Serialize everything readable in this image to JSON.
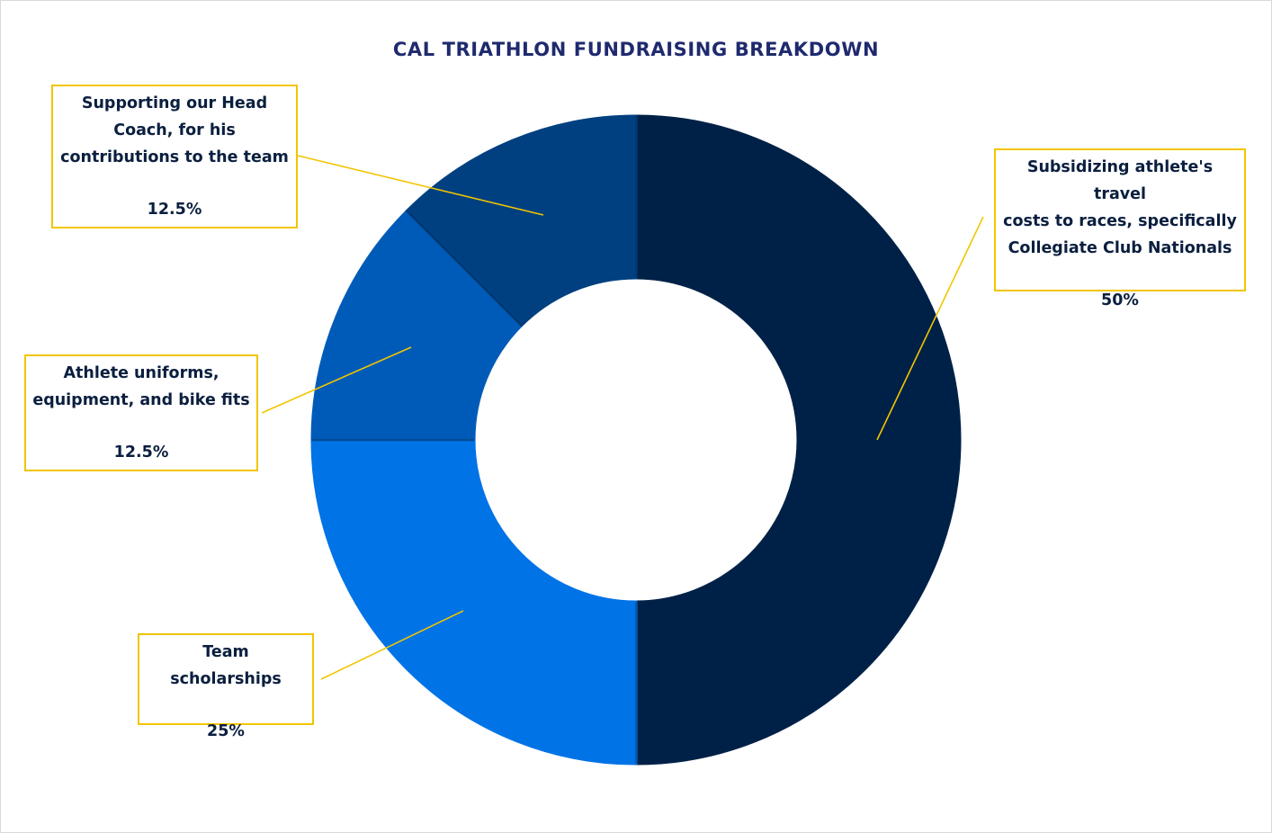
{
  "chart_data": {
    "type": "pie",
    "variant": "donut",
    "title": "CAL TRIATHLON FUNDRAISING BREAKDOWN",
    "slices": [
      {
        "label": "Subsidizing athlete's travel costs to races, specifically Collegiate Club Nationals",
        "display_lines": "Subsidizing athlete's travel\ncosts to races, specifically\nCollegiate Club Nationals",
        "value": 50,
        "value_label": "50%",
        "color": "#002147"
      },
      {
        "label": "Team scholarships",
        "display_lines": "Team scholarships",
        "value": 25,
        "value_label": "25%",
        "color": "#0073e6"
      },
      {
        "label": "Athlete uniforms, equipment, and bike fits",
        "display_lines": "Athlete uniforms,\nequipment, and bike fits",
        "value": 12.5,
        "value_label": "12.5%",
        "color": "#005bb8"
      },
      {
        "label": "Supporting our Head Coach, for his contributions to the team",
        "display_lines": "Supporting our Head\nCoach, for his\ncontributions to the team",
        "value": 12.5,
        "value_label": "12.5%",
        "color": "#004080"
      }
    ],
    "start_angle": "12 o'clock",
    "direction": "clockwise",
    "label_border_color": "#f2c500",
    "leader_line_color": "#f2c500",
    "title_color": "#1f2a6e"
  }
}
